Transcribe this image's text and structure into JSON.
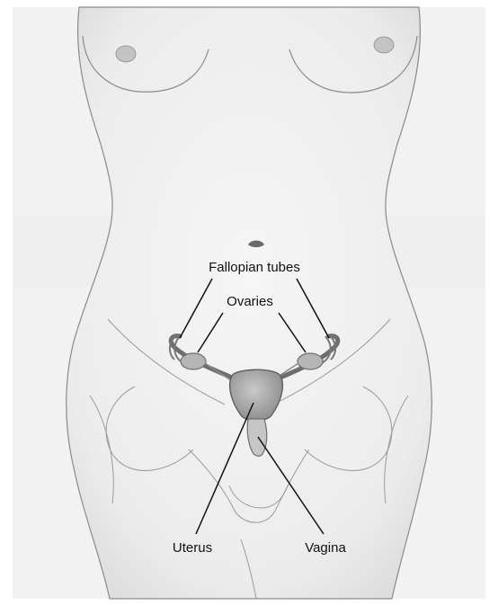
{
  "figure": {
    "labels": {
      "fallopian_tubes": "Fallopian tubes",
      "ovaries": "Ovaries",
      "uterus": "Uterus",
      "vagina": "Vagina"
    }
  },
  "colors": {
    "background": "#f2f2f2",
    "outline": "#6e6e6e",
    "organ_fill": "#a9a9a9",
    "leader_line": "#111111"
  }
}
